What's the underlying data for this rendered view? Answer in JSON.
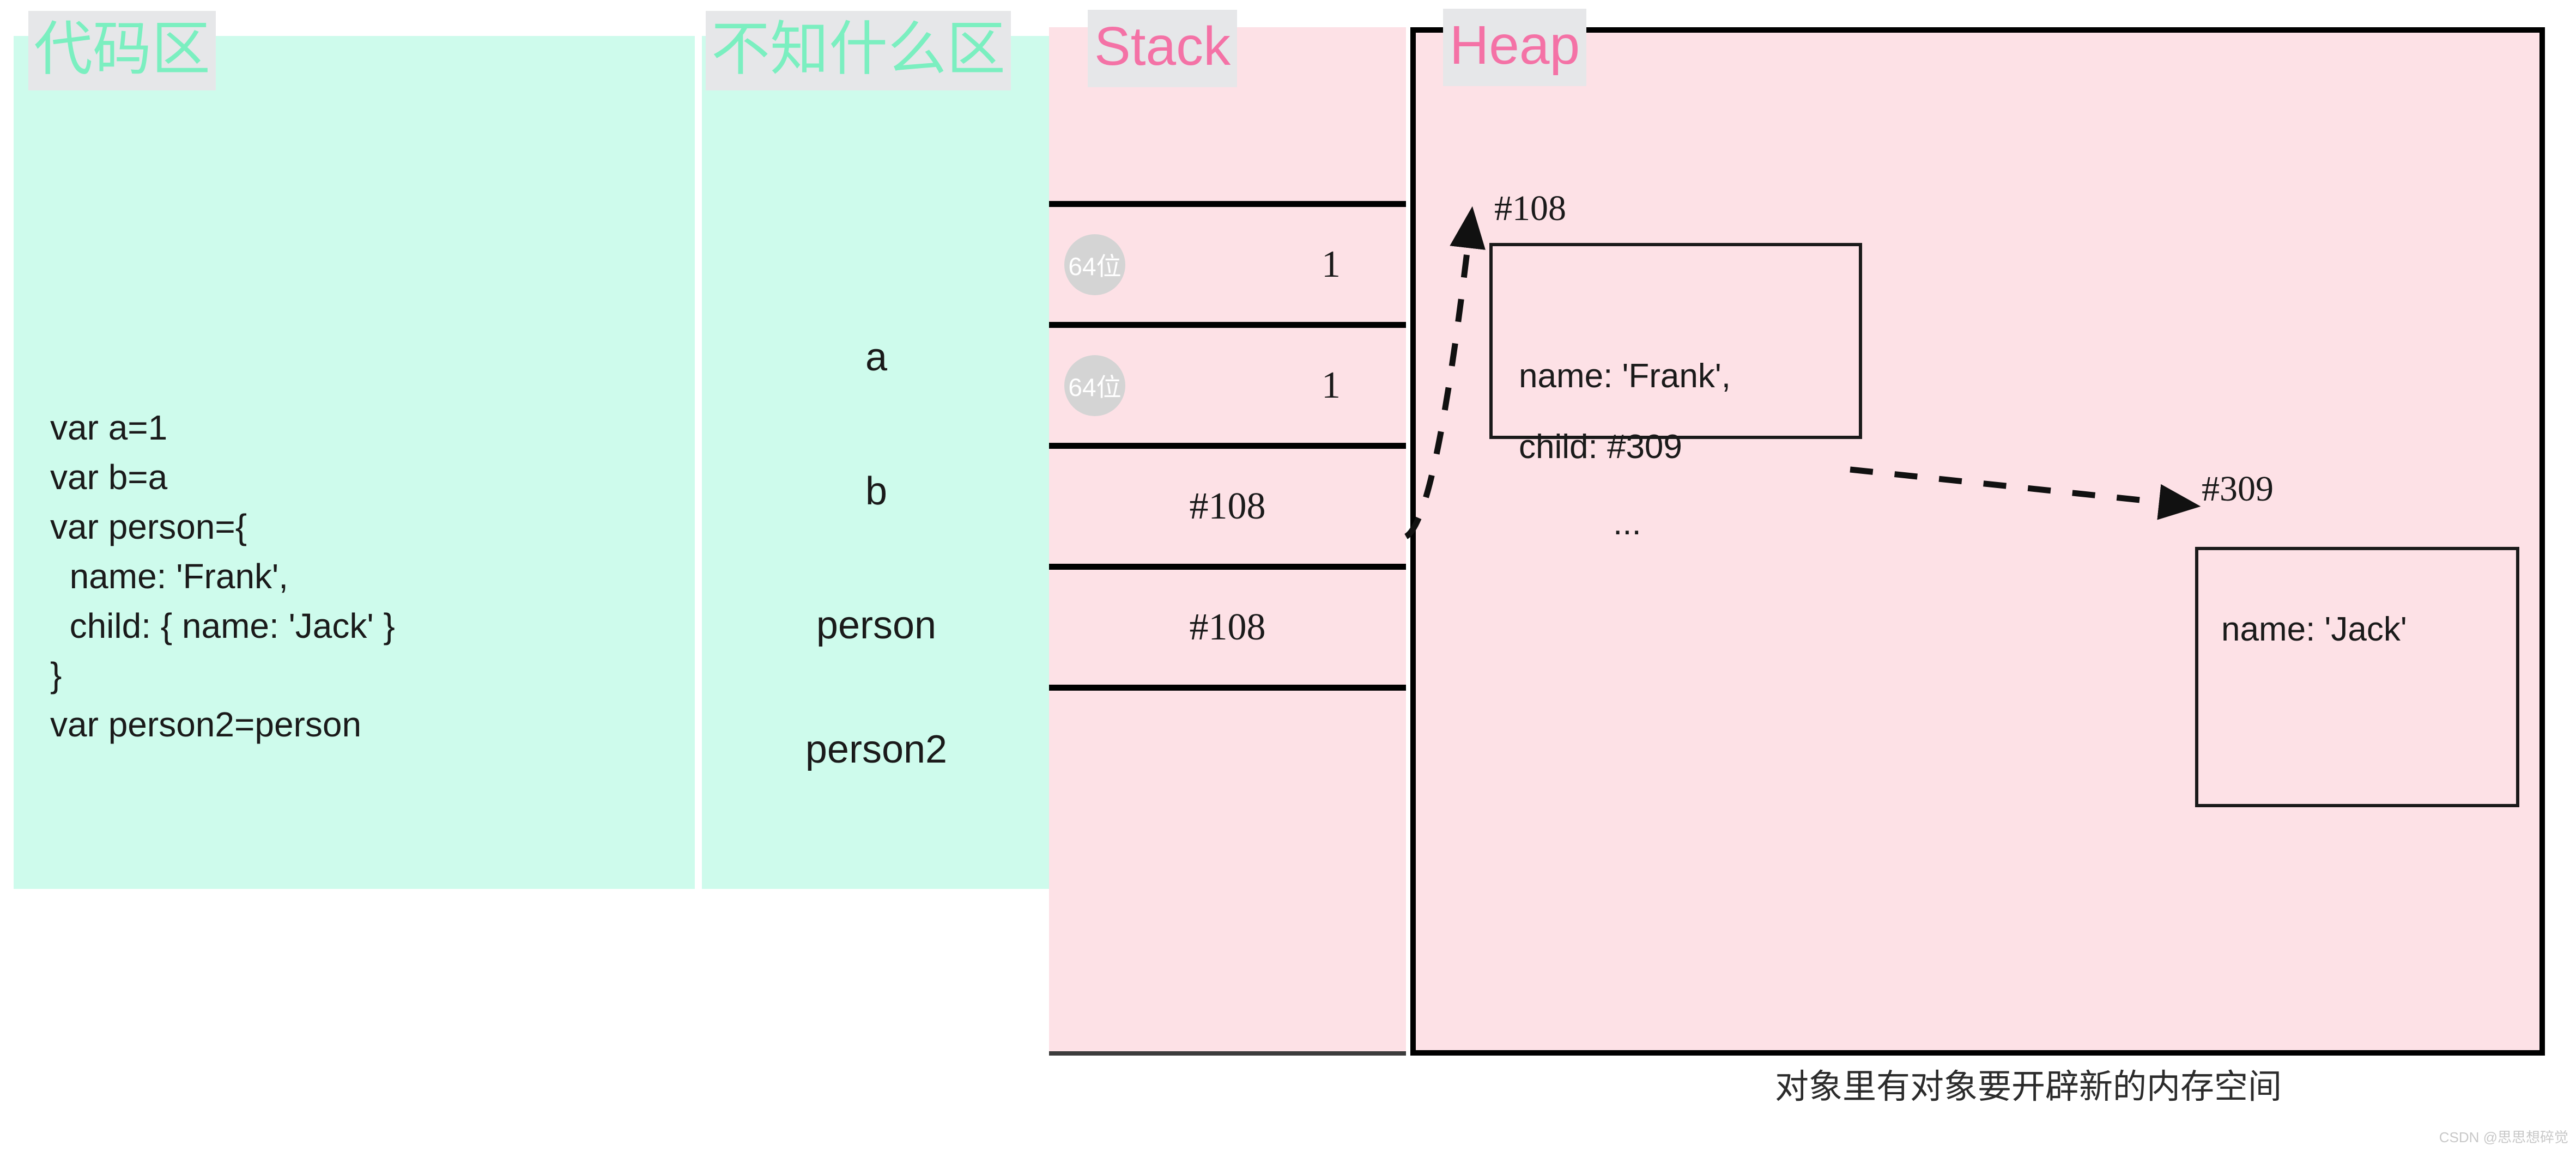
{
  "sections": {
    "code_title": "代码区",
    "unknown_title": "不知什么区",
    "stack_title": "Stack",
    "heap_title": "Heap"
  },
  "code": {
    "text": "var a=1\nvar b=a\nvar person={\n  name: 'Frank',\n  child: { name: 'Jack' }\n}\nvar person2=person"
  },
  "variables": [
    {
      "name": "a"
    },
    {
      "name": "b"
    },
    {
      "name": "person"
    },
    {
      "name": "person2"
    }
  ],
  "stack": {
    "rows": [
      {
        "badge": "64位",
        "value": "1",
        "has_badge": true,
        "align": "num"
      },
      {
        "badge": "64位",
        "value": "1",
        "has_badge": true,
        "align": "num"
      },
      {
        "badge": "",
        "value": "#108",
        "has_badge": false,
        "align": "center"
      },
      {
        "badge": "",
        "value": "#108",
        "has_badge": false,
        "align": "center"
      },
      {
        "badge": "",
        "value": "",
        "has_badge": false,
        "align": "center"
      }
    ]
  },
  "heap": {
    "objects": [
      {
        "address": "#108",
        "lines": [
          "name: 'Frank',",
          "child:  #309",
          "..."
        ]
      },
      {
        "address": "#309",
        "lines": [
          "name: 'Jack'"
        ]
      }
    ]
  },
  "caption": "对象里有对象要开辟新的内存空间",
  "watermark": "CSDN @思思想碎觉",
  "colors": {
    "green_panel": "#CEFBEC",
    "pink_panel": "#FDE1E6",
    "green_title_text": "#7BEFC0",
    "pink_title_text": "#F472A6",
    "title_highlight": "#E6E7E9",
    "badge_fill": "#D4D4D4",
    "border_dark": "#3C3C3C",
    "border_black": "#000000"
  }
}
